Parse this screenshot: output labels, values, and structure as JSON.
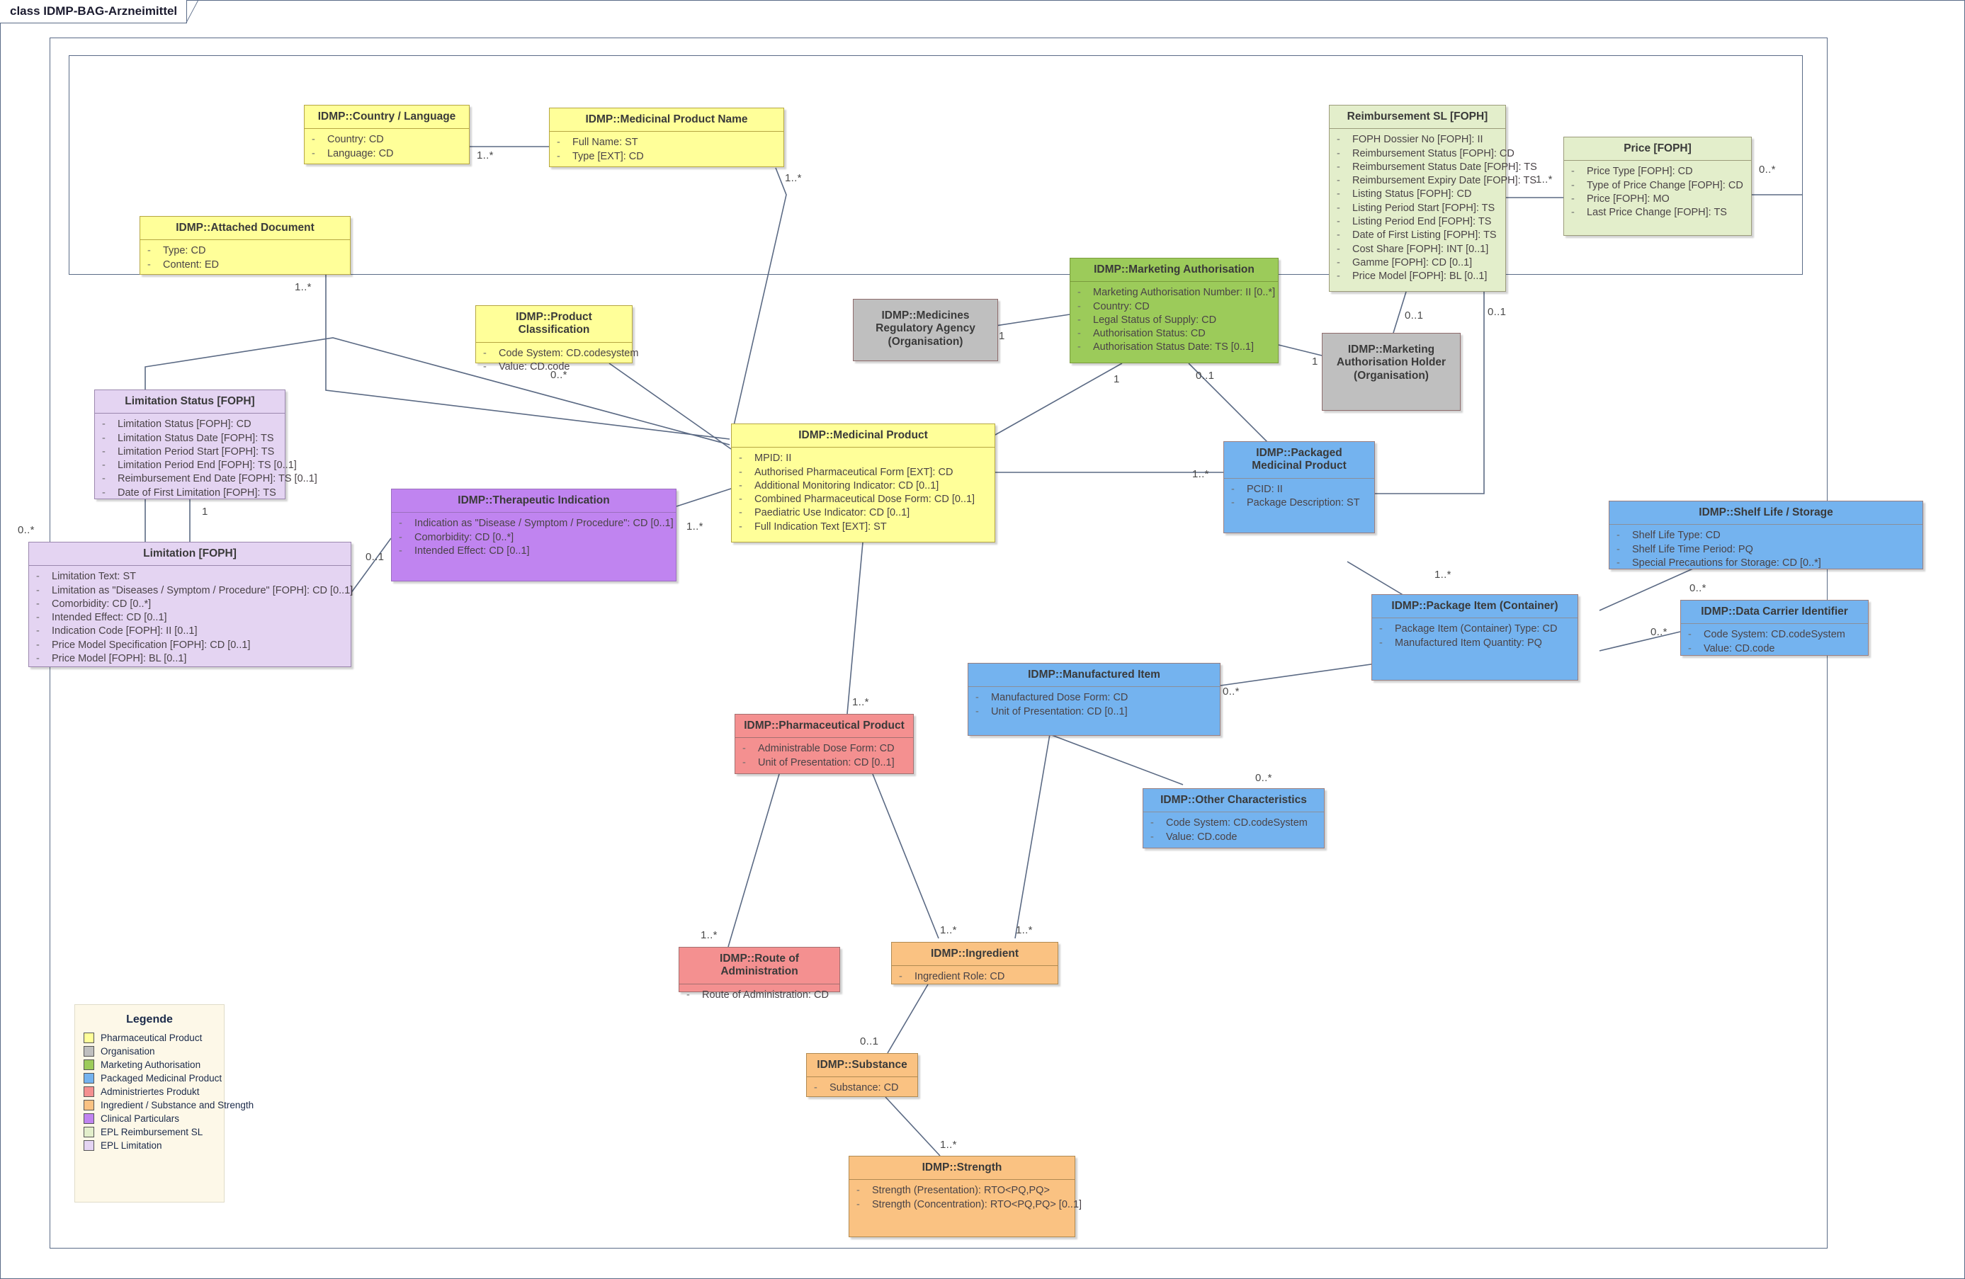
{
  "diagram": {
    "tab_label": "class IDMP-BAG-Arzneimittel"
  },
  "nodes": [
    {
      "id": "country-language",
      "title": "IDMP::Country / Language",
      "attrs": [
        "Country: CD",
        "Language: CD"
      ]
    },
    {
      "id": "medicinal-product-name",
      "title": "IDMP::Medicinal Product Name",
      "attrs": [
        "Full Name: ST",
        "Type [EXT]: CD"
      ]
    },
    {
      "id": "attached-document",
      "title": "IDMP::Attached Document",
      "attrs": [
        "Type: CD",
        "Content: ED"
      ]
    },
    {
      "id": "product-classification",
      "title": "IDMP::Product Classification",
      "attrs": [
        "Code System: CD.codesystem",
        "Value: CD.code"
      ]
    },
    {
      "id": "reimbursement-sl",
      "title": "Reimbursement SL [FOPH]",
      "attrs": [
        "FOPH Dossier No [FOPH]: II",
        "Reimbursement Status [FOPH]: CD",
        "Reimbursement Status Date [FOPH]: TS",
        "Reimbursement Expiry Date [FOPH]: TS",
        "Listing Status [FOPH]: CD",
        "Listing Period Start [FOPH]: TS",
        "Listing Period End [FOPH]: TS",
        "Date of First Listing [FOPH]: TS",
        "Cost Share [FOPH]: INT [0..1]",
        "Gamme [FOPH]: CD [0..1]",
        "Price Model [FOPH]: BL [0..1]"
      ]
    },
    {
      "id": "price",
      "title": "Price [FOPH]",
      "attrs": [
        "Price Type [FOPH]: CD",
        "Type of Price Change [FOPH]: CD",
        "Price [FOPH]: MO",
        "Last Price Change [FOPH]: TS"
      ]
    },
    {
      "id": "medicines-regulatory-agency",
      "title": "IDMP::Medicines Regulatory Agency (Organisation)",
      "attrs": []
    },
    {
      "id": "marketing-authorisation",
      "title": "IDMP::Marketing Authorisation",
      "attrs": [
        "Marketing Authorisation Number: II [0..*]",
        "Country: CD",
        "Legal Status of Supply: CD",
        "Authorisation Status: CD",
        "Authorisation Status Date: TS [0..1]"
      ]
    },
    {
      "id": "marketing-authorisation-holder",
      "title": "IDMP::Marketing Authorisation Holder (Organisation)",
      "attrs": []
    },
    {
      "id": "limitation-status",
      "title": "Limitation Status [FOPH]",
      "attrs": [
        "Limitation Status [FOPH]: CD",
        "Limitation Status Date [FOPH]: TS",
        "Limitation Period Start [FOPH]: TS",
        "Limitation Period End [FOPH]: TS [0..1]",
        "Reimbursement End Date [FOPH]: TS [0..1]",
        "Date of First Limitation [FOPH]: TS"
      ]
    },
    {
      "id": "limitation",
      "title": "Limitation [FOPH]",
      "attrs": [
        "Limitation Text: ST",
        "Limitation as \"Diseases / Symptom / Procedure\" [FOPH]: CD [0..1]",
        "Comorbidity: CD [0..*]",
        "Intended Effect: CD [0..1]",
        "Indication Code [FOPH]: II [0..1]",
        "Price Model Specification [FOPH]: CD [0..1]",
        "Price Model [FOPH]: BL [0..1]"
      ]
    },
    {
      "id": "therapeutic-indication",
      "title": "IDMP::Therapeutic Indication",
      "attrs": [
        "Indication as \"Disease / Symptom / Procedure\": CD [0..1]",
        "Comorbidity: CD [0..*]",
        "Intended Effect: CD [0..1]"
      ]
    },
    {
      "id": "medicinal-product",
      "title": "IDMP::Medicinal Product",
      "attrs": [
        "MPID: II",
        "Authorised Pharmaceutical Form [EXT]: CD",
        "Additional Monitoring Indicator: CD [0..1]",
        "Combined Pharmaceutical Dose Form: CD [0..1]",
        "Paediatric Use Indicator: CD [0..1]",
        "Full Indication Text [EXT]: ST"
      ]
    },
    {
      "id": "packaged-medicinal-product",
      "title": "IDMP::Packaged Medicinal Product",
      "attrs": [
        "PCID: II",
        "Package Description: ST"
      ]
    },
    {
      "id": "shelf-life-storage",
      "title": "IDMP::Shelf Life / Storage",
      "attrs": [
        "Shelf Life Type: CD",
        "Shelf Life Time Period: PQ",
        "Special Precautions for Storage: CD [0..*]"
      ]
    },
    {
      "id": "package-item-container",
      "title": "IDMP::Package Item (Container)",
      "attrs": [
        "Package Item (Container) Type: CD",
        "Manufactured Item Quantity: PQ"
      ]
    },
    {
      "id": "data-carrier-identifier",
      "title": "IDMP::Data Carrier Identifier",
      "attrs": [
        "Code System: CD.codeSystem",
        "Value: CD.code"
      ]
    },
    {
      "id": "manufactured-item",
      "title": "IDMP::Manufactured Item",
      "attrs": [
        "Manufactured Dose Form: CD",
        "Unit of Presentation: CD [0..1]"
      ]
    },
    {
      "id": "other-characteristics",
      "title": "IDMP::Other Characteristics",
      "attrs": [
        "Code System: CD.codeSystem",
        "Value: CD.code"
      ]
    },
    {
      "id": "pharmaceutical-product",
      "title": "IDMP::Pharmaceutical Product",
      "attrs": [
        "Administrable Dose Form: CD",
        "Unit of Presentation: CD [0..1]"
      ]
    },
    {
      "id": "route-of-administration",
      "title": "IDMP::Route of Administration",
      "attrs": [
        "Route of Administration: CD"
      ]
    },
    {
      "id": "ingredient",
      "title": "IDMP::Ingredient",
      "attrs": [
        "Ingredient Role: CD"
      ]
    },
    {
      "id": "substance",
      "title": "IDMP::Substance",
      "attrs": [
        "Substance: CD"
      ]
    },
    {
      "id": "strength",
      "title": "IDMP::Strength",
      "attrs": [
        "Strength (Presentation): RTO<PQ,PQ>",
        "Strength (Concentration): RTO<PQ,PQ> [0..1]"
      ]
    }
  ],
  "multiplicities": [
    {
      "id": "m-country-mpname",
      "text": "1..*"
    },
    {
      "id": "m-mpname-mp",
      "text": "1..*"
    },
    {
      "id": "m-attached-doc",
      "text": "1..*"
    },
    {
      "id": "m-product-class",
      "text": "0..*"
    },
    {
      "id": "m-reimb-price",
      "text": "1..*"
    },
    {
      "id": "m-price-right",
      "text": "0..*"
    },
    {
      "id": "m-reimb-holder",
      "text": "0..1"
    },
    {
      "id": "m-reimb-pmp",
      "text": "0..1"
    },
    {
      "id": "m-agency-ma",
      "text": "1"
    },
    {
      "id": "m-ma-mp",
      "text": "1"
    },
    {
      "id": "m-ma-pmp",
      "text": "0..1"
    },
    {
      "id": "m-ma-holder",
      "text": "1"
    },
    {
      "id": "m-limstatus-lim",
      "text": "1"
    },
    {
      "id": "m-lim-left",
      "text": "0..*"
    },
    {
      "id": "m-lim-ti",
      "text": "0..1"
    },
    {
      "id": "m-ti-mp",
      "text": "1..*"
    },
    {
      "id": "m-mp-pmp",
      "text": "1..*"
    },
    {
      "id": "m-pmp-pic",
      "text": "1..*"
    },
    {
      "id": "m-pic-shelf",
      "text": "0..*"
    },
    {
      "id": "m-pic-dci",
      "text": "0..*"
    },
    {
      "id": "m-mi-pic",
      "text": "0..*"
    },
    {
      "id": "m-mi-other",
      "text": "0..*"
    },
    {
      "id": "m-mp-pp",
      "text": "1..*"
    },
    {
      "id": "m-pp-roa",
      "text": "1..*"
    },
    {
      "id": "m-pp-ing",
      "text": "1..*"
    },
    {
      "id": "m-mi-ing",
      "text": "1..*"
    },
    {
      "id": "m-ing-sub",
      "text": "0..1"
    },
    {
      "id": "m-sub-strength",
      "text": "1..*"
    }
  ],
  "legend": {
    "title": "Legende",
    "items": [
      {
        "label": "Pharmaceutical Product",
        "color": "#ffff99"
      },
      {
        "label": "Organisation",
        "color": "#bfbfbf"
      },
      {
        "label": "Marketing Authorisation",
        "color": "#9ccb5a"
      },
      {
        "label": "Packaged Medicinal Product",
        "color": "#74b3ef"
      },
      {
        "label": "Administriertes Produkt",
        "color": "#f49090"
      },
      {
        "label": "Ingredient / Substance and Strength",
        "color": "#fac282"
      },
      {
        "label": "Clinical Particulars",
        "color": "#c084f0"
      },
      {
        "label": "EPL Reimbursement SL",
        "color": "#e3eecb"
      },
      {
        "label": "EPL Limitation",
        "color": "#e4d4f2"
      }
    ]
  }
}
